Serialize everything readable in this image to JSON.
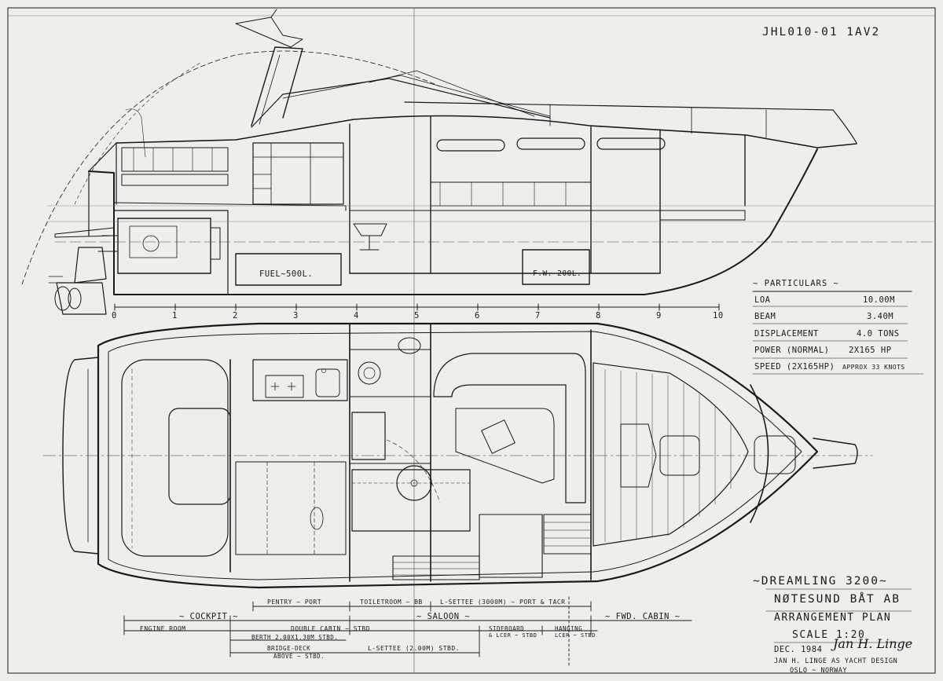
{
  "drawing_number": "JHL010-01 1av2",
  "scale_ruler": [
    "0",
    "1",
    "2",
    "3",
    "4",
    "5",
    "6",
    "7",
    "8",
    "9",
    "10"
  ],
  "tank_labels": {
    "fuel": "FUEL~500L.",
    "water": "F.W. 200L."
  },
  "particulars": {
    "heading": "~ PARTICULARS ~",
    "rows": [
      {
        "label": "LOA",
        "value": "10.00M"
      },
      {
        "label": "BEAM",
        "value": "3.40M"
      },
      {
        "label": "DISPLACEMENT",
        "value": "4.0 TONS"
      },
      {
        "label": "POWER (NORMAL)",
        "value": "2x165 HP"
      },
      {
        "label": "SPEED (2x165HP)",
        "value": "APPROX 33 KNOTS"
      }
    ]
  },
  "title_block": {
    "model": "~DREAMLING 3200~",
    "builder": "NØTESUND BÅT AB",
    "plan": "ARRANGEMENT PLAN",
    "scale": "SCALE 1:20",
    "date": "DEC. 1984",
    "signature": "Jan H. Linge",
    "designer": "JAN H. LINGE AS YACHT DESIGN",
    "location": "OSLO ~ NORWAY"
  },
  "zones": {
    "pentry": "PENTRY ~ PORT",
    "toilet": "TOILETROOM ~ BB",
    "lsettee_port": "L-SETTEE (3000M) ~ PORT & TACR",
    "cockpit": "~ COCKPIT ~",
    "saloon": "~ SALOON ~",
    "fwd_cabin": "~ FWD. CABIN ~",
    "engine_room": "ENGINE ROOM",
    "double_cabin": "DOUBLE CABIN ~ STBD",
    "berth": "BERTH 2.00x1.30M STBD.",
    "bridge_deck": "BRIDGE-DECK",
    "above_stbd": "ABOVE ~ STBD.",
    "lsettee_stbd": "L-SETTEE (2.00M) STBD.",
    "sideboard": "SIDEBOARD",
    "sideboard_sub": "& LCER ~ STBD",
    "hanging": "HANGING",
    "hanging_sub": "LCER ~ STBD"
  }
}
